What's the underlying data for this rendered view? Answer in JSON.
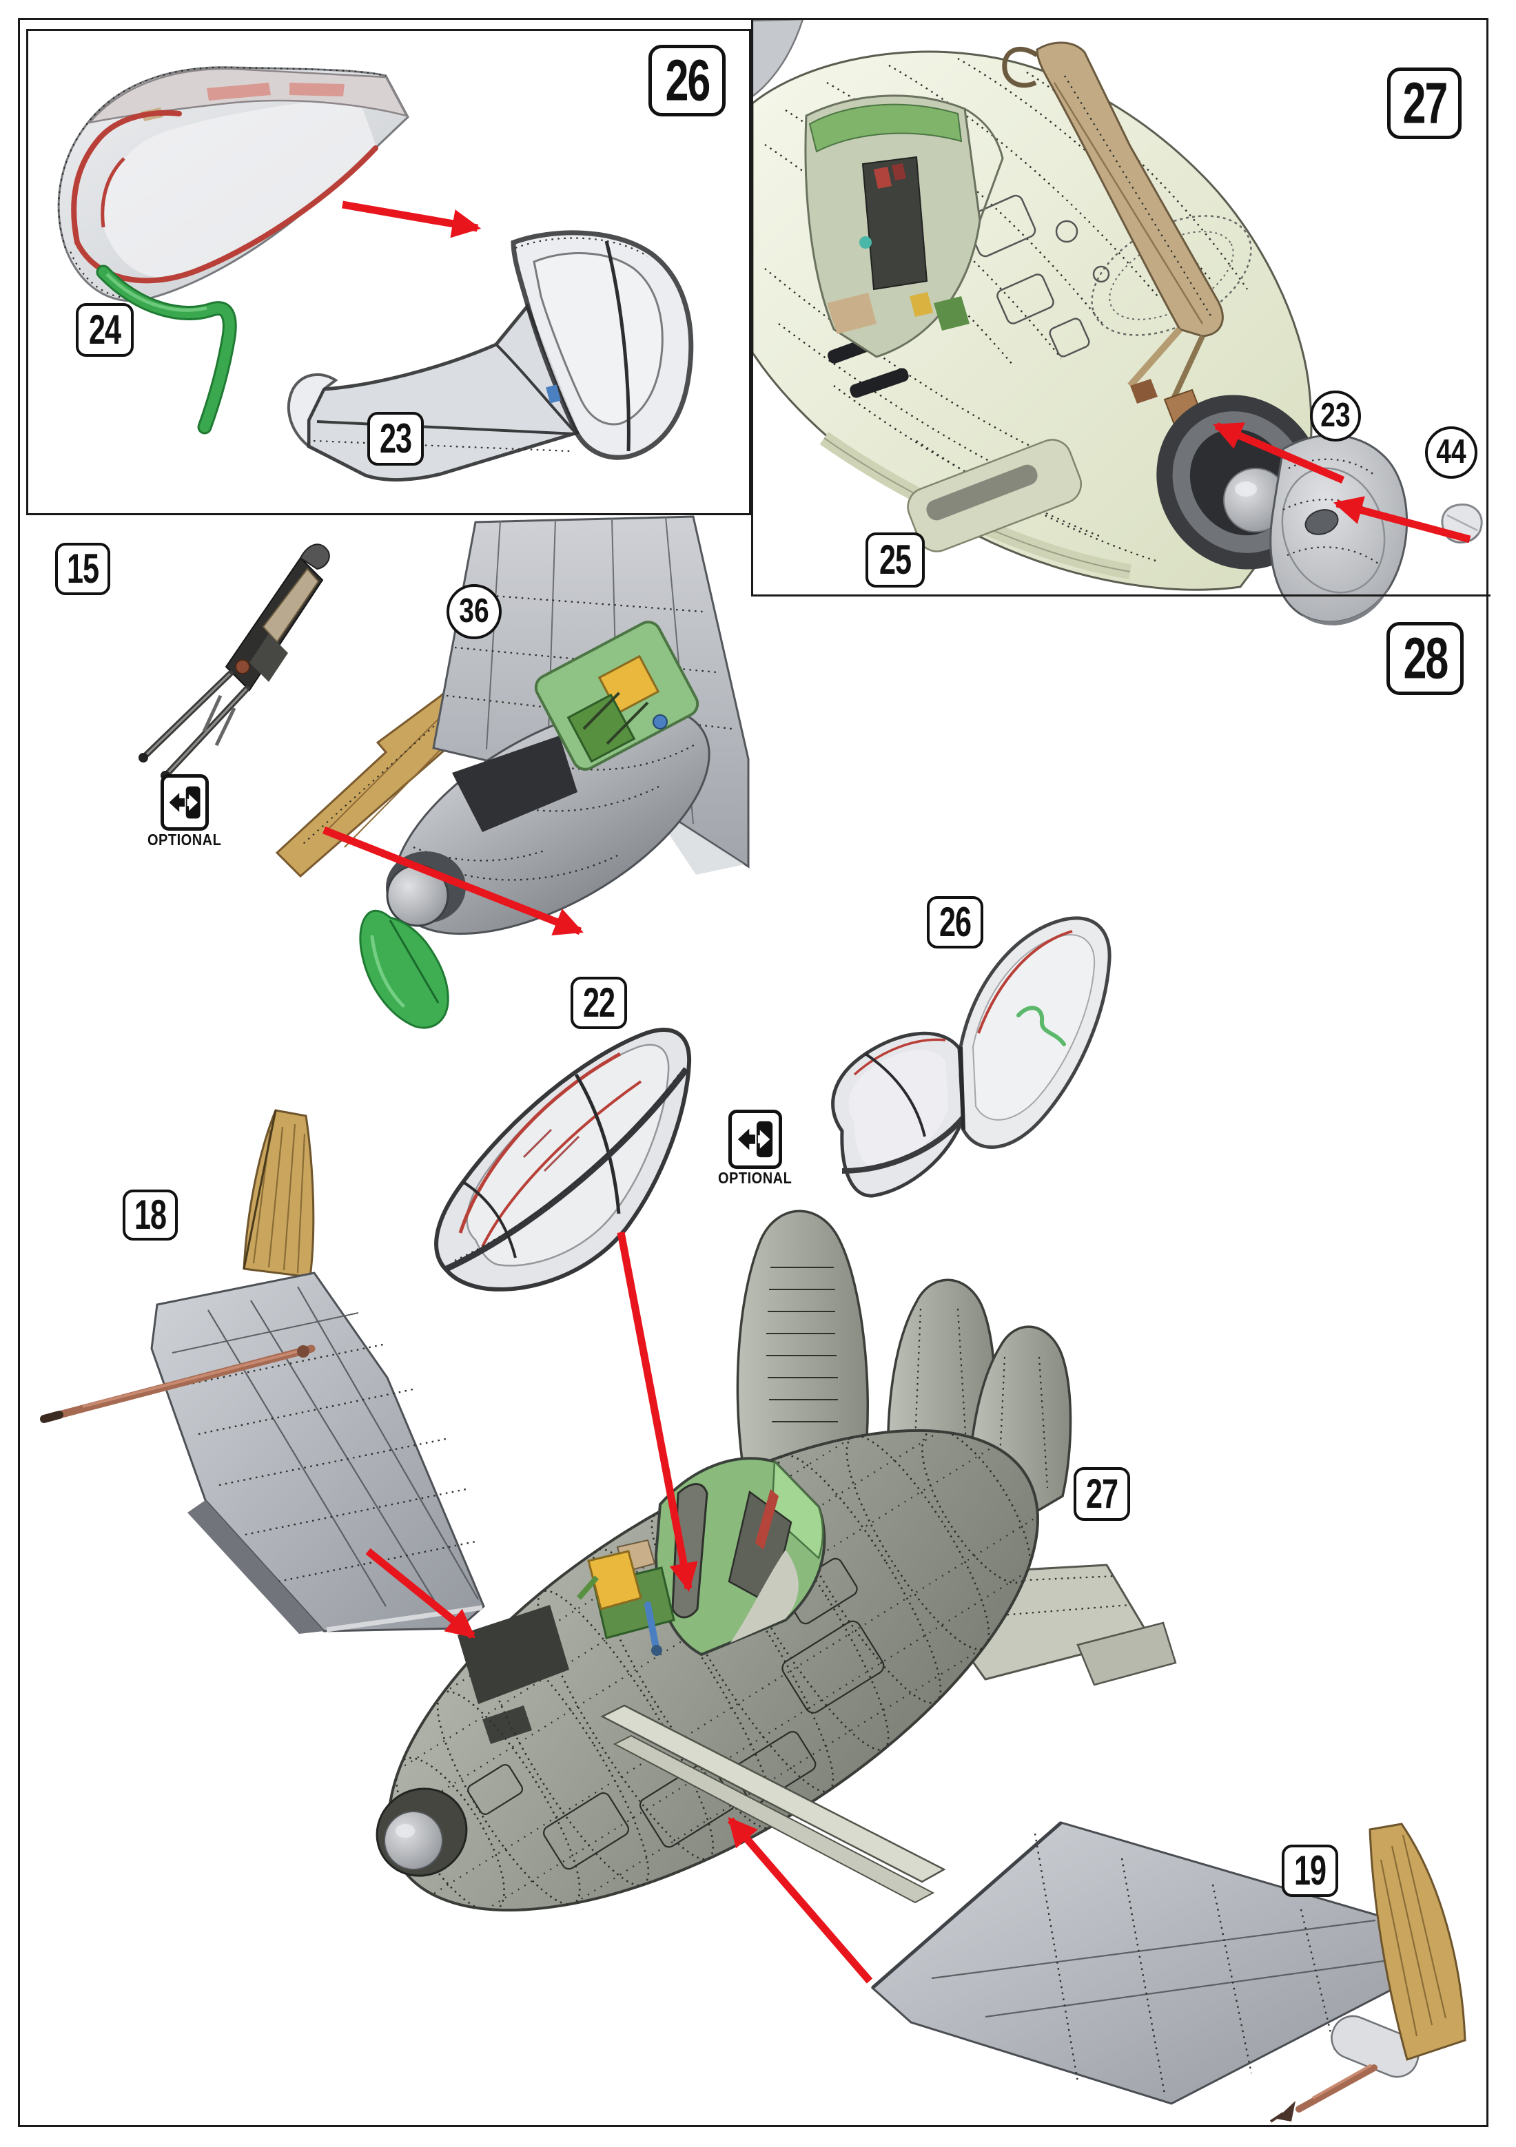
{
  "colors": {
    "arrow_red": "#e8151c",
    "outline_black": "#1a1a1a",
    "wood_tan": "#c9a55e",
    "cap_green": "#3fae52",
    "cockpit_green": "#8fc285",
    "seat_yellow": "#e9b83d",
    "probe_brown": "#a66a52",
    "clear_part_gray": "#e3e5e8",
    "piping_red": "#b84038"
  },
  "sections": {
    "step26_box": {
      "step_number": "26",
      "assembly_24": "24",
      "assembly_23": "23"
    },
    "step27_box": {
      "step_number": "27",
      "assembly_25": "25",
      "part_23": "23",
      "part_44": "44"
    },
    "step27_side_area": {
      "assembly_15": "15",
      "part_36": "36",
      "optional_text": "OPTIONAL"
    },
    "step28_area": {
      "step_number": "28",
      "assembly_22": "22",
      "assembly_26": "26",
      "assembly_18": "18",
      "assembly_27": "27",
      "assembly_19": "19",
      "optional_text": "OPTIONAL"
    }
  }
}
